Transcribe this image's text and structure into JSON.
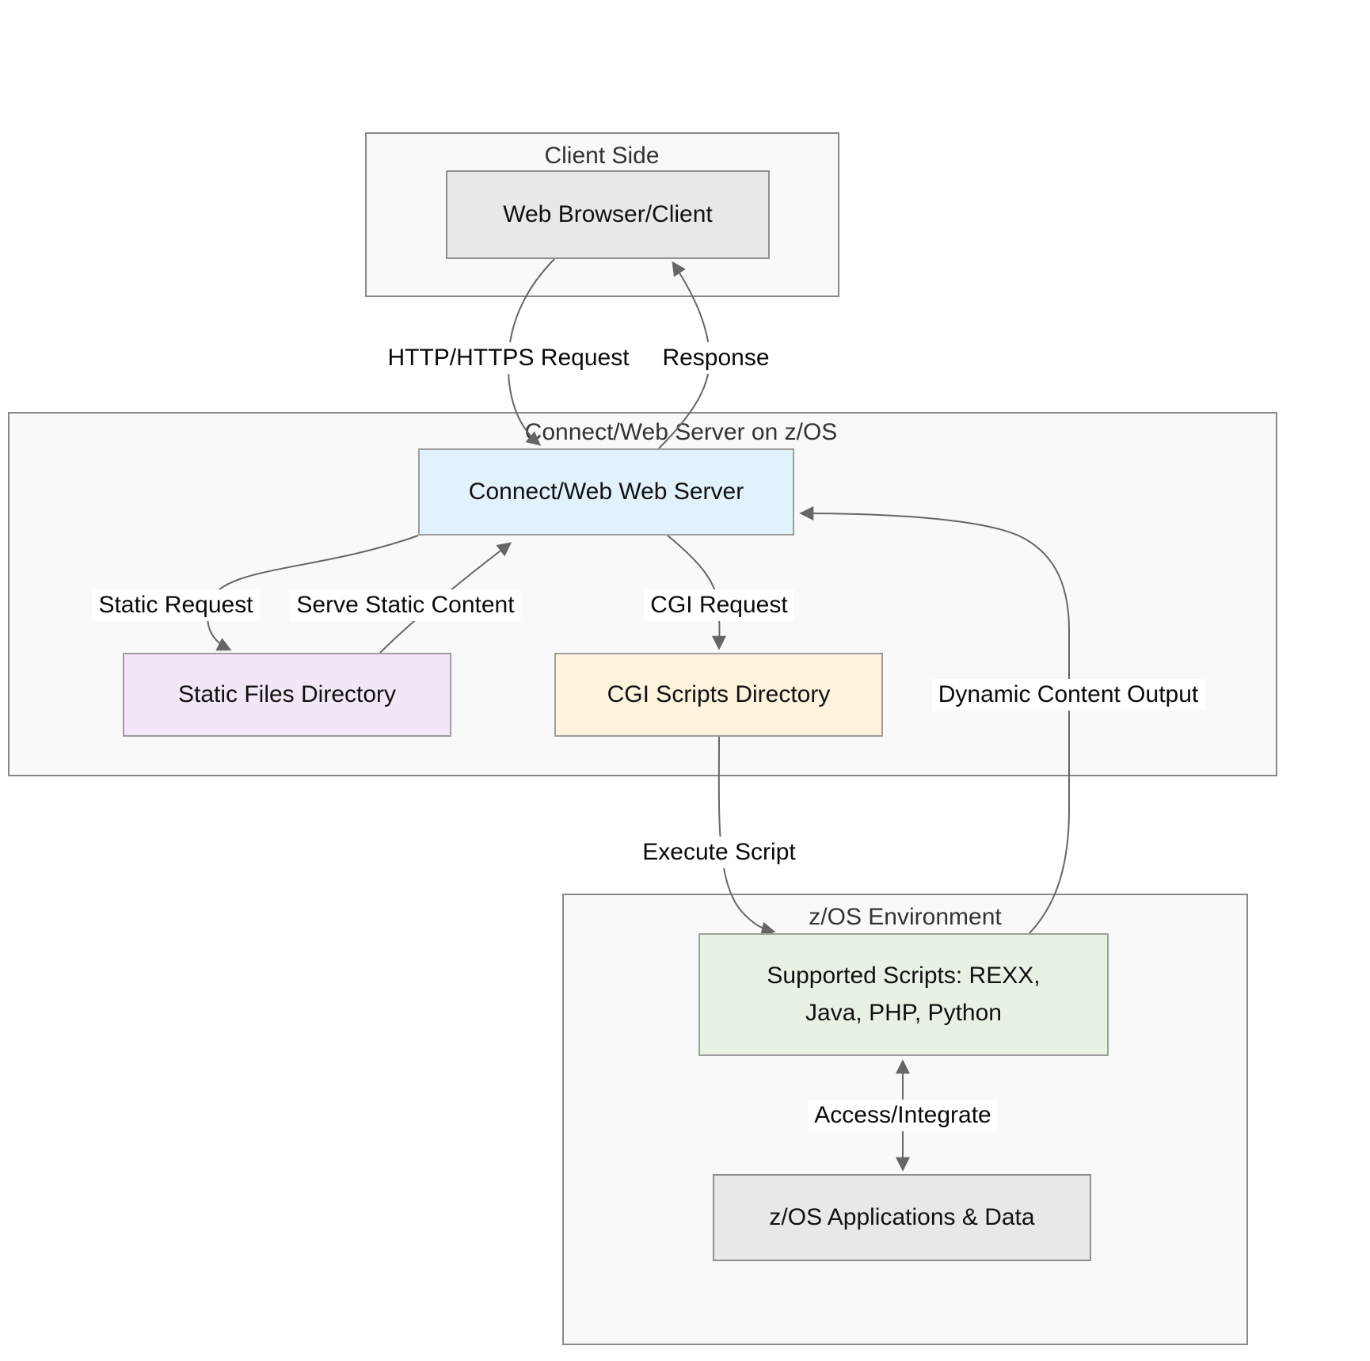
{
  "diagram": {
    "type": "flowchart",
    "subgraphs": {
      "client": {
        "title": "Client Side"
      },
      "server": {
        "title": "Connect/Web Server on z/OS"
      },
      "zos": {
        "title": "z/OS Environment"
      }
    },
    "nodes": {
      "browser": {
        "label": "Web Browser/Client"
      },
      "webserver": {
        "label": "Connect/Web Web Server"
      },
      "staticdir": {
        "label": "Static Files Directory"
      },
      "cgidir": {
        "label": "CGI Scripts Directory"
      },
      "scripts": {
        "label": "Supported Scripts: REXX, Java, PHP, Python",
        "line1": "Supported Scripts: REXX,",
        "line2": "Java, PHP, Python"
      },
      "apps": {
        "label": "z/OS Applications & Data"
      }
    },
    "edge_labels": {
      "http_request": "HTTP/HTTPS Request",
      "response": "Response",
      "static_request": "Static Request",
      "serve_static": "Serve Static Content",
      "cgi_request": "CGI Request",
      "dynamic_output": "Dynamic Content Output",
      "execute_script": "Execute Script",
      "access_integrate": "Access/Integrate"
    },
    "edges": [
      {
        "from": "browser",
        "to": "webserver",
        "label": "HTTP/HTTPS Request"
      },
      {
        "from": "webserver",
        "to": "browser",
        "label": "Response"
      },
      {
        "from": "webserver",
        "to": "staticdir",
        "label": "Static Request"
      },
      {
        "from": "staticdir",
        "to": "webserver",
        "label": "Serve Static Content"
      },
      {
        "from": "webserver",
        "to": "cgidir",
        "label": "CGI Request"
      },
      {
        "from": "cgidir",
        "to": "scripts",
        "label": "Execute Script"
      },
      {
        "from": "scripts",
        "to": "webserver",
        "label": "Dynamic Content Output"
      },
      {
        "from": "scripts",
        "to": "apps",
        "label": "Access/Integrate",
        "bidirectional": true
      }
    ],
    "colors": {
      "node_gray": "#e8e8e8",
      "node_blue": "#e1f2fb",
      "node_purple": "#f3e6f6",
      "node_cream": "#fdf2dc",
      "node_green": "#e8f2e4",
      "subgraph_fill": "#f9f9f9",
      "subgraph_border": "#888888",
      "node_border": "#9e9e9e",
      "edge_stroke": "#666666",
      "title_text": "#333333",
      "node_text": "#111111"
    }
  }
}
